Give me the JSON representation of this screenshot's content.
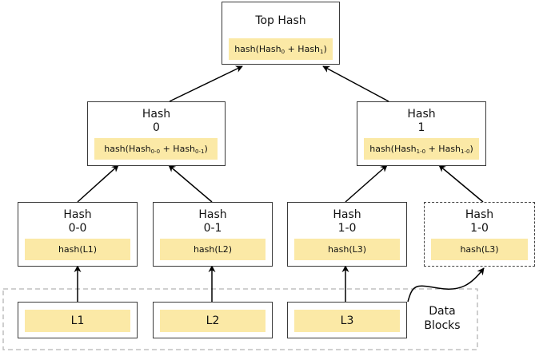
{
  "top": {
    "title": "Top Hash",
    "formula": {
      "prefix": "hash(Hash",
      "sub_a": "0",
      "mid": " + Hash",
      "sub_b": "1",
      "suffix": ")"
    }
  },
  "level1": [
    {
      "title_line1": "Hash",
      "title_line2": "0",
      "formula": {
        "prefix": "hash(Hash",
        "sub_a": "0-0",
        "mid": " + Hash",
        "sub_b": "0-1",
        "suffix": ")"
      }
    },
    {
      "title_line1": "Hash",
      "title_line2": "1",
      "formula": {
        "prefix": "hash(Hash",
        "sub_a": "1-0",
        "mid": " + Hash",
        "sub_b": "1-0",
        "suffix": ")"
      }
    }
  ],
  "level2": [
    {
      "title_line1": "Hash",
      "title_line2": "0-0",
      "formula": "hash(L1)"
    },
    {
      "title_line1": "Hash",
      "title_line2": "0-1",
      "formula": "hash(L2)"
    },
    {
      "title_line1": "Hash",
      "title_line2": "1-0",
      "formula": "hash(L3)"
    },
    {
      "title_line1": "Hash",
      "title_line2": "1-0",
      "formula": "hash(L3)"
    }
  ],
  "data_blocks": {
    "label_line1": "Data",
    "label_line2": "Blocks",
    "items": [
      "L1",
      "L2",
      "L3"
    ]
  },
  "colors": {
    "hash_fill": "#fbe9a6",
    "border": "#3a3a3a",
    "dashed_border": "#b5b5b5"
  }
}
